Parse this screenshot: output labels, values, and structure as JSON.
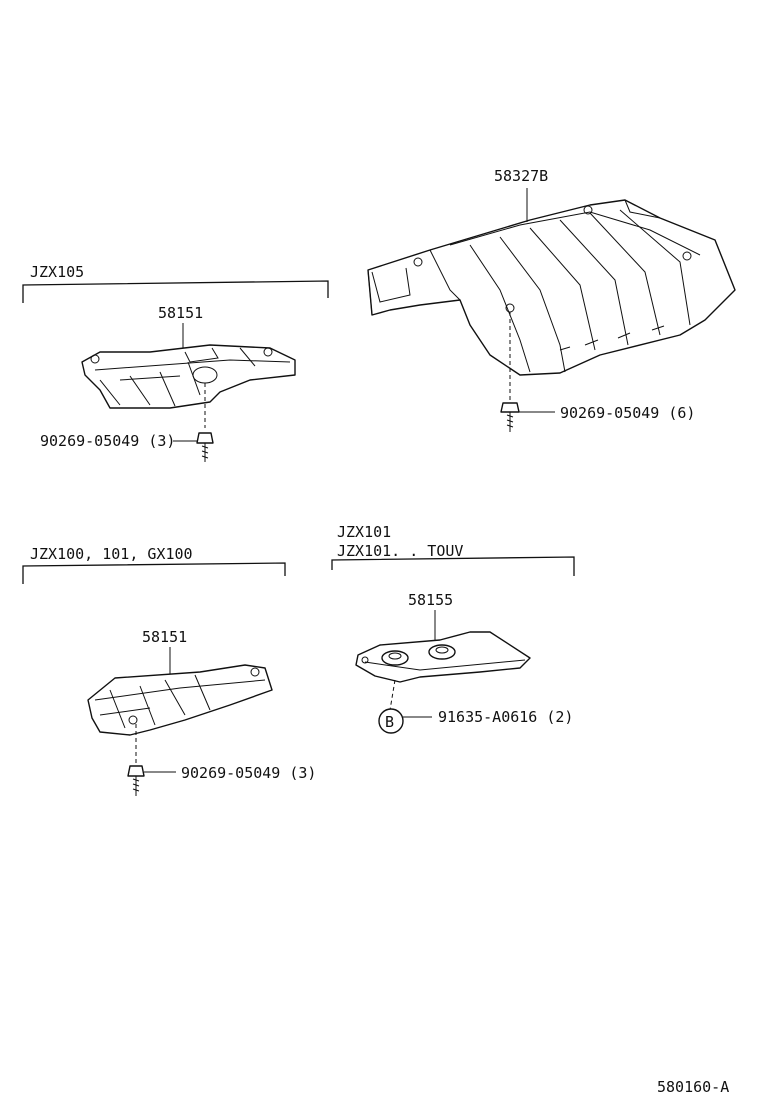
{
  "groups": {
    "jzx105": "JZX105",
    "jzx100": "JZX100, 101, GX100",
    "jzx101_a": "JZX101",
    "jzx101_b": "JZX101. . TOUV"
  },
  "parts": {
    "main_cover": "58327B",
    "cover_jzx105": "58151",
    "cover_jzx100": "58151",
    "cover_jzx101": "58155"
  },
  "fasteners": {
    "main_cover_screw": "90269-05049 (6)",
    "jzx105_screw": "90269-05049 (3)",
    "jzx100_screw": "90269-05049 (3)",
    "jzx101_clip": "91635-A0616 (2)",
    "jzx101_clip_callout": "B"
  },
  "figure_code": "580160-A"
}
